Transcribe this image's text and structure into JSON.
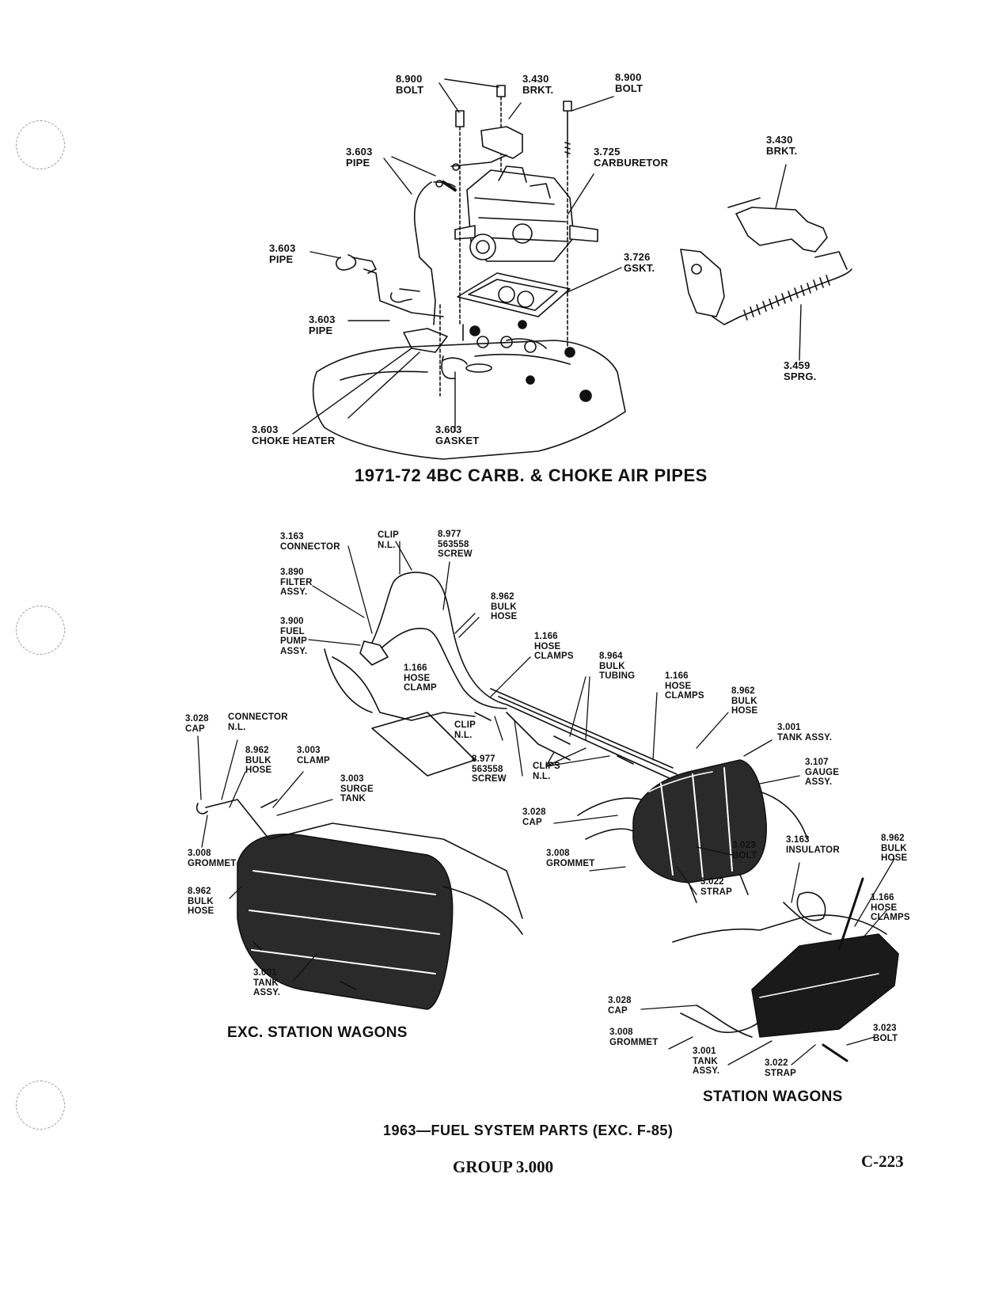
{
  "top_section": {
    "title": "1971-72 4BC CARB. & CHOKE AIR PIPES",
    "labels": [
      {
        "id": "bolt-left",
        "lines": [
          "8.900",
          "BOLT"
        ]
      },
      {
        "id": "brkt-top",
        "lines": [
          "3.430",
          "BRKT."
        ]
      },
      {
        "id": "bolt-right",
        "lines": [
          "8.900",
          "BOLT"
        ]
      },
      {
        "id": "brkt-right",
        "lines": [
          "3.430",
          "BRKT."
        ]
      },
      {
        "id": "pipe-1",
        "lines": [
          "3.603",
          "PIPE"
        ]
      },
      {
        "id": "carburetor",
        "lines": [
          "3.725",
          "CARBURETOR"
        ]
      },
      {
        "id": "pipe-2",
        "lines": [
          "3.603",
          "PIPE"
        ]
      },
      {
        "id": "gskt",
        "lines": [
          "3.726",
          "GSKT."
        ]
      },
      {
        "id": "pipe-3",
        "lines": [
          "3.603",
          "PIPE"
        ]
      },
      {
        "id": "sprg",
        "lines": [
          "3.459",
          "SPRG."
        ]
      },
      {
        "id": "choke-heater",
        "lines": [
          "3.603",
          "CHOKE HEATER"
        ]
      },
      {
        "id": "gasket",
        "lines": [
          "3.603",
          "GASKET"
        ]
      }
    ]
  },
  "bottom_section": {
    "title": "1963—FUEL SYSTEM PARTS (EXC. F-85)",
    "exc_label": "EXC. STATION WAGONS",
    "sw_label": "STATION WAGONS",
    "labels": [
      {
        "id": "connector-3163",
        "lines": [
          "3.163",
          "CONNECTOR"
        ]
      },
      {
        "id": "clip-nl-top",
        "lines": [
          "CLIP",
          "N.L."
        ]
      },
      {
        "id": "screw-top",
        "lines": [
          "8.977",
          "563558",
          "SCREW"
        ]
      },
      {
        "id": "filter",
        "lines": [
          "3.890",
          "FILTER",
          "ASSY."
        ]
      },
      {
        "id": "bulk-hose-top",
        "lines": [
          "8.962",
          "BULK",
          "HOSE"
        ]
      },
      {
        "id": "fuel-pump",
        "lines": [
          "3.900",
          "FUEL",
          "PUMP",
          "ASSY."
        ]
      },
      {
        "id": "hose-clamps-a",
        "lines": [
          "1.166",
          "HOSE",
          "CLAMPS"
        ]
      },
      {
        "id": "hose-clamp",
        "lines": [
          "1.166",
          "HOSE",
          "CLAMP"
        ]
      },
      {
        "id": "bulk-tubing",
        "lines": [
          "8.964",
          "BULK",
          "TUBING"
        ]
      },
      {
        "id": "hose-clamps-b",
        "lines": [
          "1.166",
          "HOSE",
          "CLAMPS"
        ]
      },
      {
        "id": "bulk-hose-mid",
        "lines": [
          "8.962",
          "BULK",
          "HOSE"
        ]
      },
      {
        "id": "cap-left",
        "lines": [
          "3.028",
          "CAP"
        ]
      },
      {
        "id": "connector-nl",
        "lines": [
          "CONNECTOR",
          "N.L."
        ]
      },
      {
        "id": "clip-nl-mid",
        "lines": [
          "CLIP",
          "N.L."
        ]
      },
      {
        "id": "tank-assy-right",
        "lines": [
          "3.001",
          "TANK ASSY."
        ]
      },
      {
        "id": "bulk-hose-left",
        "lines": [
          "8.962",
          "BULK",
          "HOSE"
        ]
      },
      {
        "id": "clamp-3003",
        "lines": [
          "3.003",
          "CLAMP"
        ]
      },
      {
        "id": "screw-mid",
        "lines": [
          "8.977",
          "563558",
          "SCREW"
        ]
      },
      {
        "id": "clips-nl",
        "lines": [
          "CLIPS",
          "N.L."
        ]
      },
      {
        "id": "gauge-assy",
        "lines": [
          "3.107",
          "GAUGE",
          "ASSY."
        ]
      },
      {
        "id": "surge-tank",
        "lines": [
          "3.003",
          "SURGE",
          "TANK"
        ]
      },
      {
        "id": "cap-mid",
        "lines": [
          "3.028",
          "CAP"
        ]
      },
      {
        "id": "grommet-left",
        "lines": [
          "3.008",
          "GROMMET"
        ]
      },
      {
        "id": "grommet-mid",
        "lines": [
          "3.008",
          "GROMMET"
        ]
      },
      {
        "id": "bolt-mid",
        "lines": [
          "3.023",
          "BOLT"
        ]
      },
      {
        "id": "insulator",
        "lines": [
          "3.163",
          "INSULATOR"
        ]
      },
      {
        "id": "bulk-hose-sw",
        "lines": [
          "8.962",
          "BULK",
          "HOSE"
        ]
      },
      {
        "id": "bulk-hose-left2",
        "lines": [
          "8.962",
          "BULK",
          "HOSE"
        ]
      },
      {
        "id": "strap-mid",
        "lines": [
          "3.022",
          "STRAP"
        ]
      },
      {
        "id": "hose-clamps-sw",
        "lines": [
          "1.166",
          "HOSE",
          "CLAMPS"
        ]
      },
      {
        "id": "tank-assy-left",
        "lines": [
          "3.001",
          "TANK",
          "ASSY."
        ]
      },
      {
        "id": "cap-sw",
        "lines": [
          "3.028",
          "CAP"
        ]
      },
      {
        "id": "grommet-sw",
        "lines": [
          "3.008",
          "GROMMET"
        ]
      },
      {
        "id": "bolt-sw",
        "lines": [
          "3.023",
          "BOLT"
        ]
      },
      {
        "id": "tank-assy-sw",
        "lines": [
          "3.001",
          "TANK",
          "ASSY."
        ]
      },
      {
        "id": "strap-sw",
        "lines": [
          "3.022",
          "STRAP"
        ]
      }
    ]
  },
  "footer": {
    "group": "GROUP 3.000",
    "page": "C-223"
  }
}
